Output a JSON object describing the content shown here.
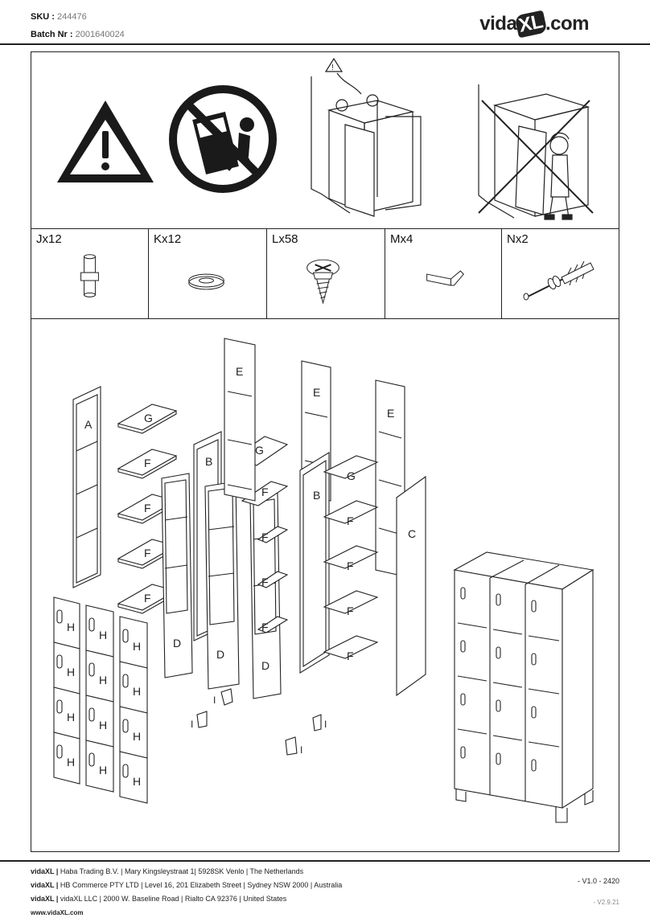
{
  "header": {
    "sku_label": "SKU :",
    "sku_value": "244476",
    "batch_label": "Batch Nr :",
    "batch_value": "2001640024",
    "logo_prefix": "vida",
    "logo_xl": "XL",
    "logo_suffix": ".com"
  },
  "hardware": [
    {
      "label": "Jx12",
      "icon": "shelf-pin-icon"
    },
    {
      "label": "Kx12",
      "icon": "washer-icon"
    },
    {
      "label": "Lx58",
      "icon": "screw-icon"
    },
    {
      "label": "Mx4",
      "icon": "l-bracket-icon"
    },
    {
      "label": "Nx2",
      "icon": "anchor-bolt-icon"
    }
  ],
  "parts": {
    "A": "A",
    "B": "B",
    "C": "C",
    "D": "D",
    "E": "E",
    "F": "F",
    "G": "G",
    "H": "H",
    "I": "I"
  },
  "footer": {
    "brand": "vidaXL |",
    "line1": "Haba Trading B.V. | Mary Kingsleystraat 1| 5928SK Venlo | The Netherlands",
    "line2": "HB Commerce PTY LTD | Level 16, 201 Elizabeth Street | Sydney NSW 2000 | Australia",
    "line3": "vidaXL LLC | 2000 W. Baseline Road | Rialto CA 92376 | United States",
    "website": "www.vidaXL.com",
    "version": "- V1.0 -    2420",
    "template_version": "- V2.9.21"
  }
}
